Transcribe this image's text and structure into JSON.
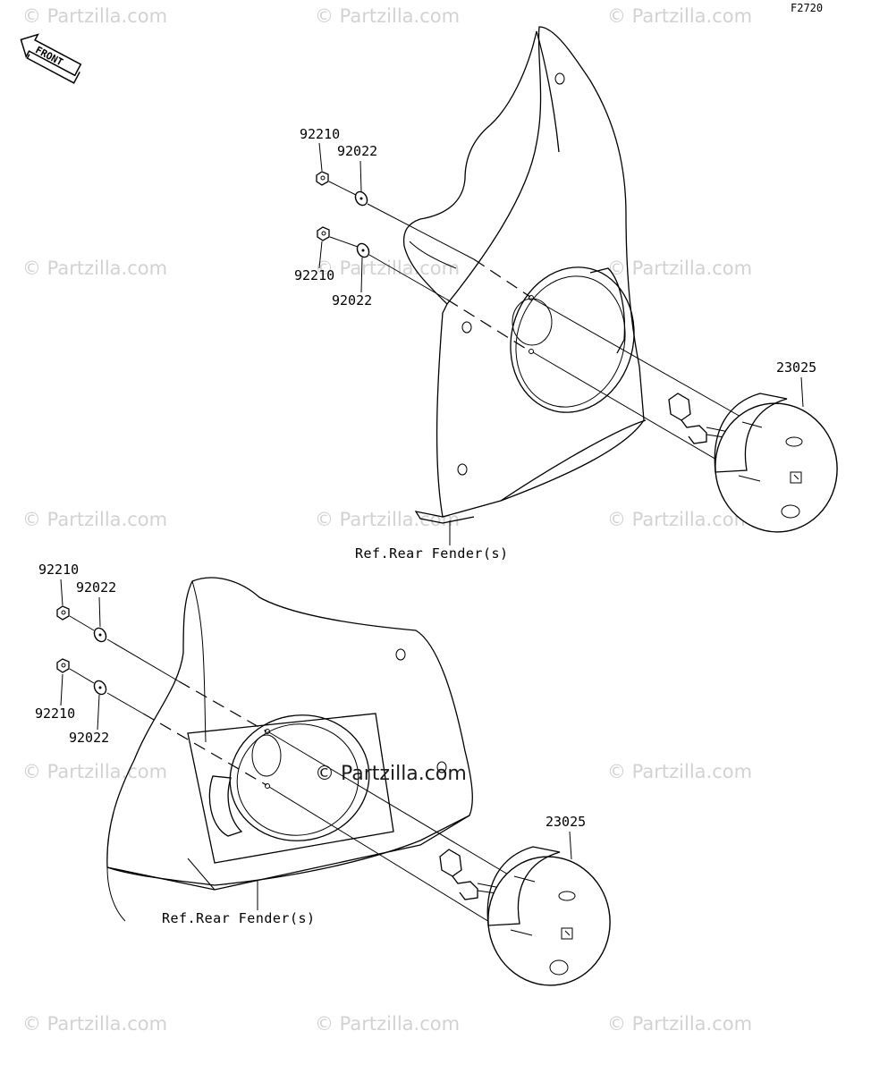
{
  "figure_code": "F2720",
  "front_label": "FRONT",
  "watermark": "© Partzilla.com",
  "center_watermark": "© Partzilla.com",
  "upper_assembly": {
    "nut_top": "92210",
    "washer_top": "92022",
    "nut_bottom": "92210",
    "washer_bottom": "92022",
    "light": "23025",
    "ref": "Ref.Rear Fender(s)"
  },
  "lower_assembly": {
    "nut_top": "92210",
    "washer_top": "92022",
    "nut_bottom": "92210",
    "washer_bottom": "92022",
    "light": "23025",
    "ref": "Ref.Rear Fender(s)"
  }
}
